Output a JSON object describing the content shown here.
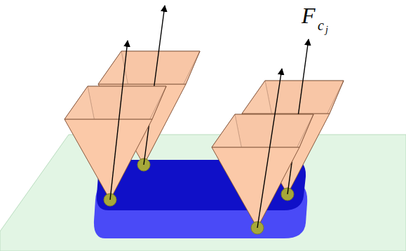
{
  "diagram": {
    "labels": [
      "F",
      "c",
      "j"
    ]
  }
}
